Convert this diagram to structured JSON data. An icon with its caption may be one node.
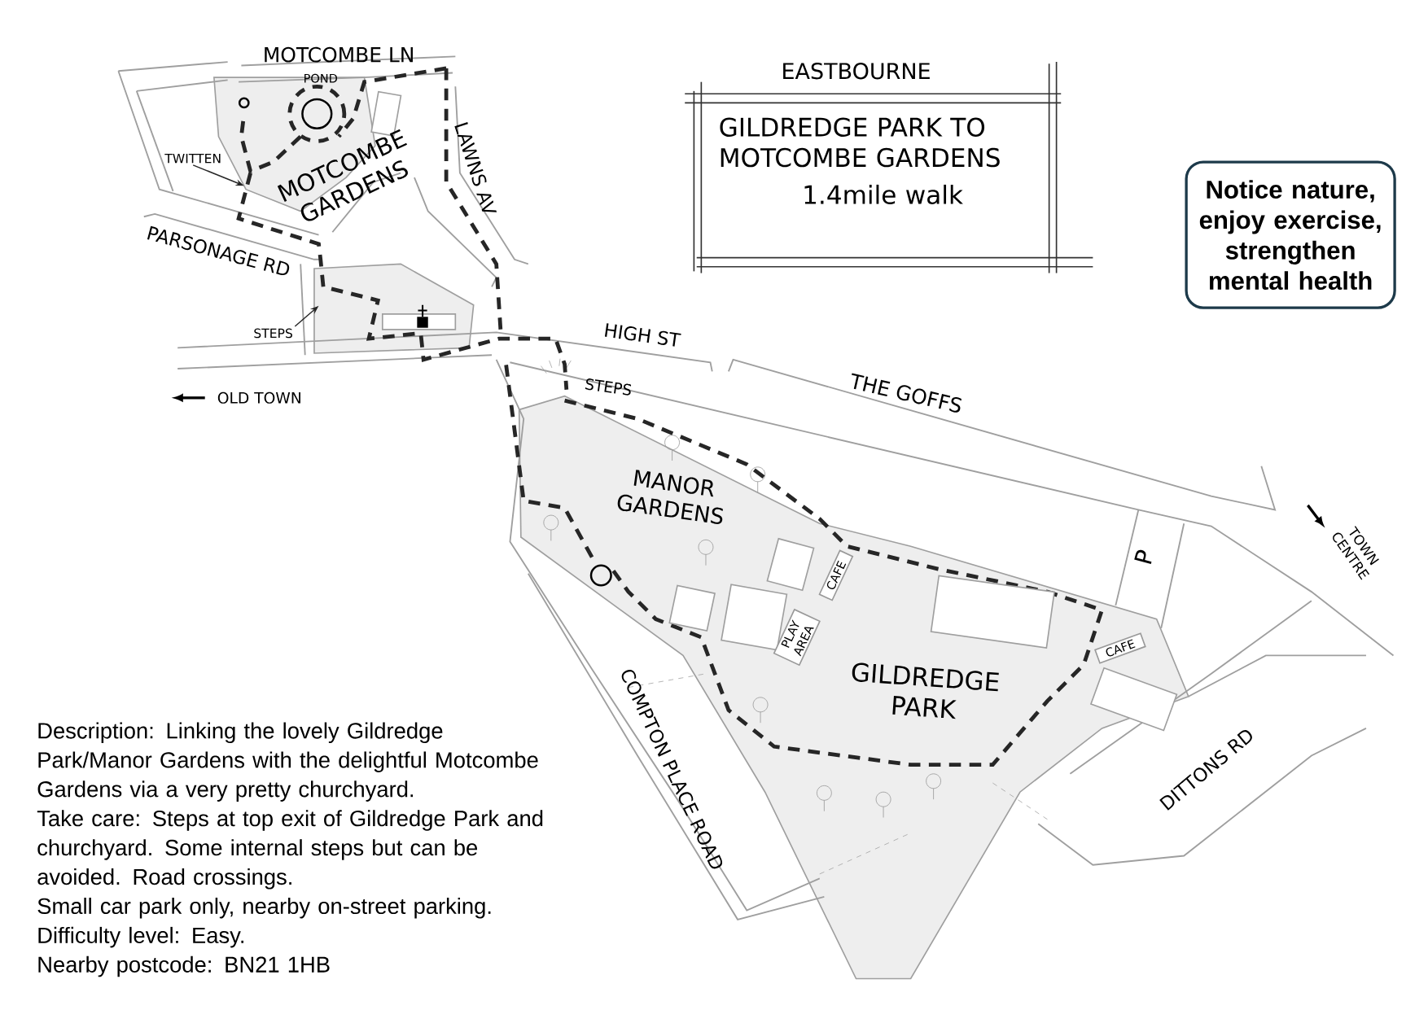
{
  "diagram": {
    "nodes": [
      {
        "text": [
          "EASTBOURNE",
          "GILDREDGE PARK TO MOTCOMBE GARDENS",
          "1.4mile walk"
        ]
      },
      {
        "text": [
          "Notice nature, enjoy exercise, strengthen mental health"
        ]
      },
      {
        "text": [
          "TWITTEN"
        ]
      },
      {
        "text": [
          "STEPS"
        ]
      },
      {
        "text": [],
        "shape": "box"
      },
      {
        "text": [],
        "shape": "box"
      },
      {
        "text": [],
        "shape": "box"
      },
      {
        "text": [],
        "shape": "box"
      },
      {
        "text": [
          "PLAY AREA"
        ]
      },
      {
        "text": [
          "CAFE"
        ]
      },
      {
        "text": [],
        "shape": "box"
      },
      {
        "text": [],
        "shape": "box"
      },
      {
        "text": [
          "CAFE"
        ]
      }
    ],
    "edges": [
      {
        "from": 2,
        "to": null,
        "arrow": "to"
      },
      {
        "from": 3,
        "to": null,
        "arrow": "to"
      }
    ],
    "labels": [
      "MOTCOMBE LN",
      "POND",
      "MOTCOMBE GARDENS",
      "LAWNS AV",
      "PARSONAGE RD",
      "HIGH ST",
      "OLD TOWN",
      "STEPS",
      "THE GOFFS",
      "MANOR GARDENS",
      "P",
      "TOWN CENTRE",
      "GILDREDGE PARK",
      "COMPTON PLACE ROAD",
      "DITTONS RD",
      "Description: Linking the lovely Gildredge Park/Manor Gardens with the delightful Motcombe Gardens via a very pretty churchyard.",
      "Take care: Steps at top exit of Gildredge Park and churchyard. Some internal steps but can be avoided. Road crossings.",
      "Small car park only, nearby on-street parking.",
      "Difficulty level: Easy.",
      "Nearby postcode: BN21 1HB"
    ]
  }
}
